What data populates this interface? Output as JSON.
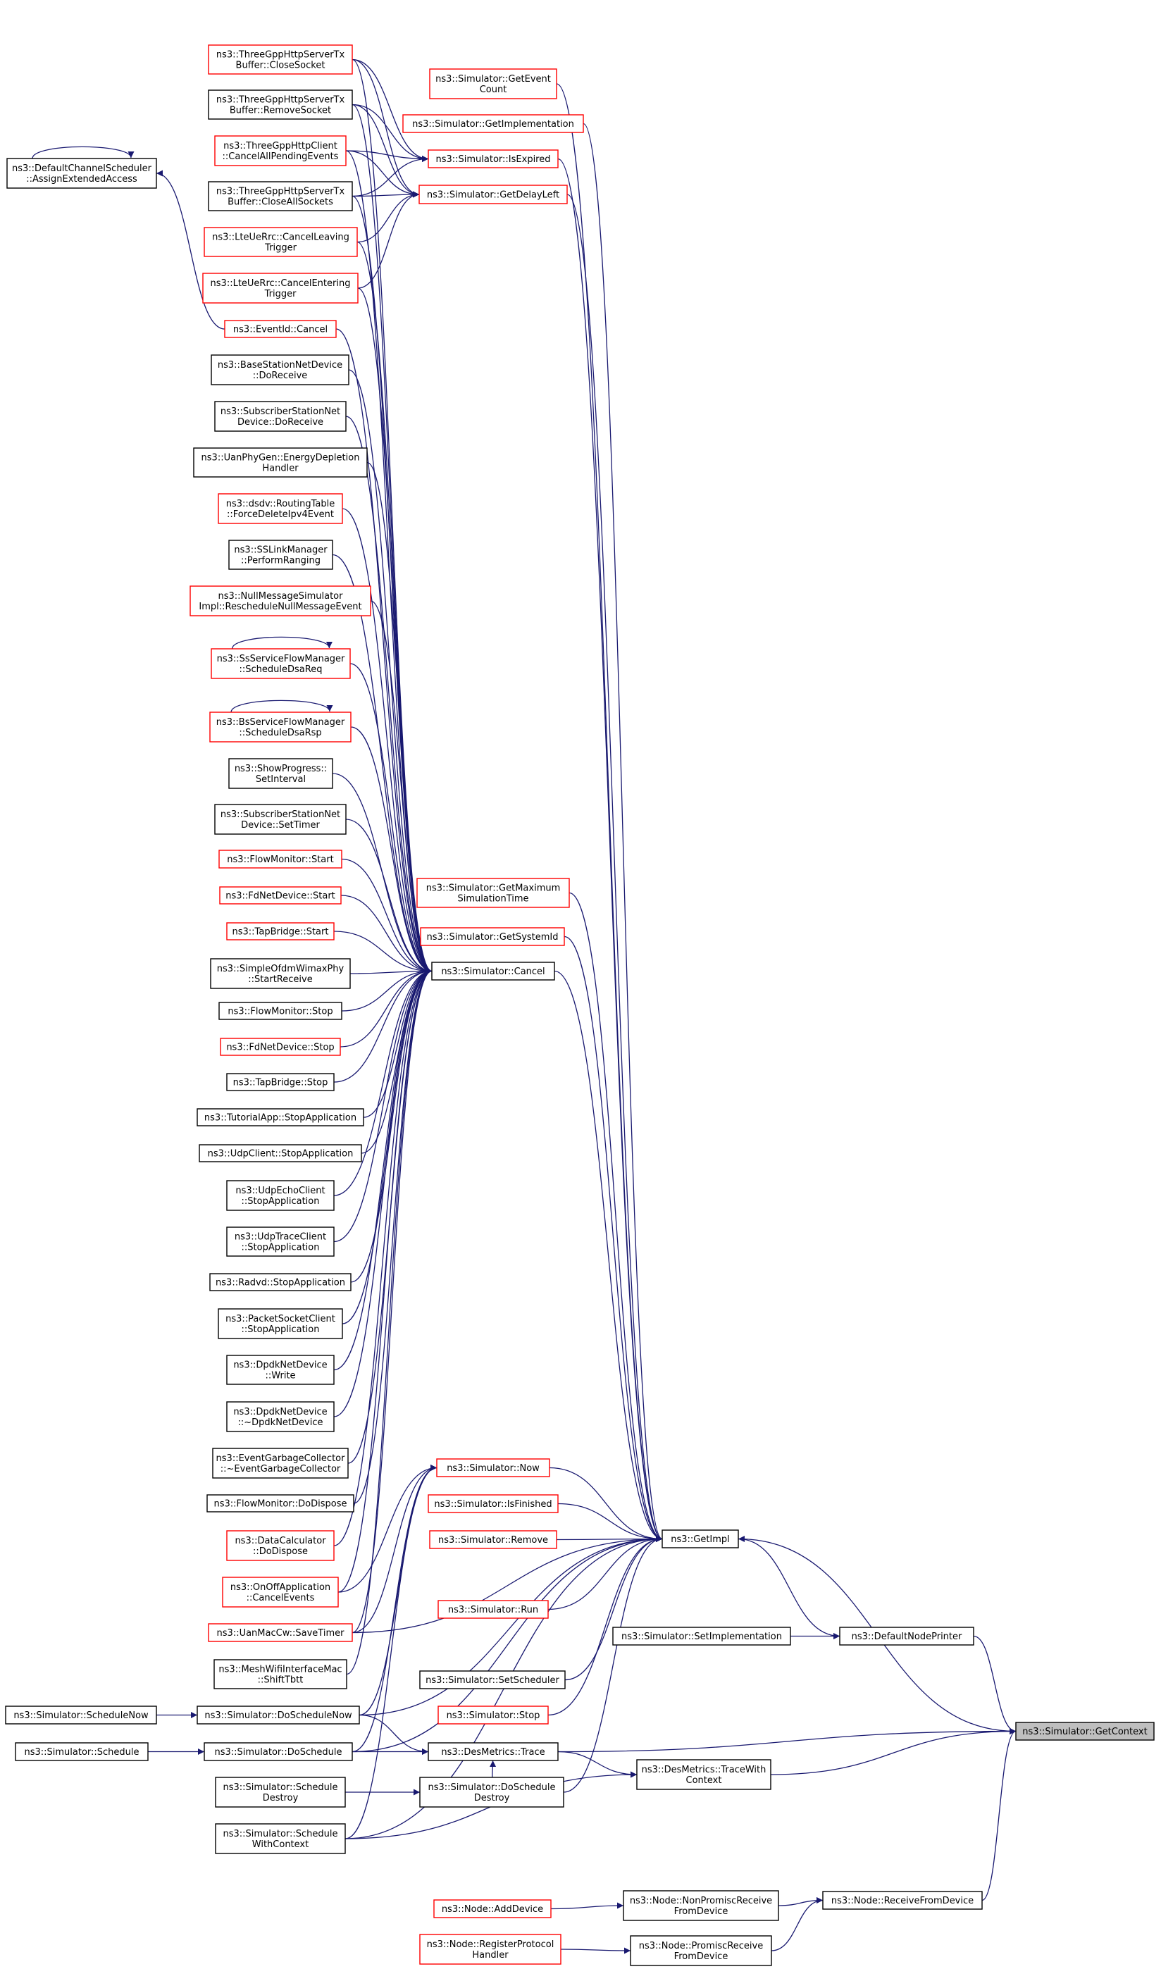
{
  "colors": {
    "edge": "#191970",
    "node_border_black": "#000000",
    "node_border_red": "#ff0000",
    "node_fill": "#ffffff",
    "focus_fill": "#bfbfbf"
  },
  "graph": {
    "focus_node": "get_context",
    "nodes": [
      {
        "id": "default_channel_scheduler",
        "lines": [
          "ns3::DefaultChannelScheduler",
          "::AssignExtendedAccess"
        ],
        "border": "black"
      },
      {
        "id": "close_socket",
        "lines": [
          "ns3::ThreeGppHttpServerTx",
          "Buffer::CloseSocket"
        ],
        "border": "red"
      },
      {
        "id": "remove_socket",
        "lines": [
          "ns3::ThreeGppHttpServerTx",
          "Buffer::RemoveSocket"
        ],
        "border": "black"
      },
      {
        "id": "cancel_all_pending",
        "lines": [
          "ns3::ThreeGppHttpClient",
          "::CancelAllPendingEvents"
        ],
        "border": "red"
      },
      {
        "id": "close_all_sockets",
        "lines": [
          "ns3::ThreeGppHttpServerTx",
          "Buffer::CloseAllSockets"
        ],
        "border": "black"
      },
      {
        "id": "cancel_leaving",
        "lines": [
          "ns3::LteUeRrc::CancelLeaving",
          "Trigger"
        ],
        "border": "red"
      },
      {
        "id": "cancel_entering",
        "lines": [
          "ns3::LteUeRrc::CancelEntering",
          "Trigger"
        ],
        "border": "red"
      },
      {
        "id": "eventid_cancel",
        "lines": [
          "ns3::EventId::Cancel"
        ],
        "border": "red"
      },
      {
        "id": "bs_do_receive",
        "lines": [
          "ns3::BaseStationNetDevice",
          "::DoReceive"
        ],
        "border": "black"
      },
      {
        "id": "ss_do_receive",
        "lines": [
          "ns3::SubscriberStationNet",
          "Device::DoReceive"
        ],
        "border": "black"
      },
      {
        "id": "energy_depletion",
        "lines": [
          "ns3::UanPhyGen::EnergyDepletion",
          "Handler"
        ],
        "border": "black"
      },
      {
        "id": "force_delete",
        "lines": [
          "ns3::dsdv::RoutingTable",
          "::ForceDeleteIpv4Event"
        ],
        "border": "red"
      },
      {
        "id": "perform_ranging",
        "lines": [
          "ns3::SSLinkManager",
          "::PerformRanging"
        ],
        "border": "black"
      },
      {
        "id": "reschedule_null",
        "lines": [
          "ns3::NullMessageSimulator",
          "Impl::RescheduleNullMessageEvent"
        ],
        "border": "red"
      },
      {
        "id": "schedule_dsa_req",
        "lines": [
          "ns3::SsServiceFlowManager",
          "::ScheduleDsaReq"
        ],
        "border": "red"
      },
      {
        "id": "schedule_dsa_rsp",
        "lines": [
          "ns3::BsServiceFlowManager",
          "::ScheduleDsaRsp"
        ],
        "border": "red"
      },
      {
        "id": "show_progress",
        "lines": [
          "ns3::ShowProgress::",
          "SetInterval"
        ],
        "border": "black"
      },
      {
        "id": "ss_set_timer",
        "lines": [
          "ns3::SubscriberStationNet",
          "Device::SetTimer"
        ],
        "border": "black"
      },
      {
        "id": "flowmonitor_start",
        "lines": [
          "ns3::FlowMonitor::Start"
        ],
        "border": "red"
      },
      {
        "id": "fdnet_start",
        "lines": [
          "ns3::FdNetDevice::Start"
        ],
        "border": "red"
      },
      {
        "id": "tapbridge_start",
        "lines": [
          "ns3::TapBridge::Start"
        ],
        "border": "red"
      },
      {
        "id": "start_receive",
        "lines": [
          "ns3::SimpleOfdmWimaxPhy",
          "::StartReceive"
        ],
        "border": "black"
      },
      {
        "id": "flowmonitor_stop",
        "lines": [
          "ns3::FlowMonitor::Stop"
        ],
        "border": "black"
      },
      {
        "id": "fdnet_stop",
        "lines": [
          "ns3::FdNetDevice::Stop"
        ],
        "border": "red"
      },
      {
        "id": "tapbridge_stop",
        "lines": [
          "ns3::TapBridge::Stop"
        ],
        "border": "black"
      },
      {
        "id": "tutorial_stop",
        "lines": [
          "ns3::TutorialApp::StopApplication"
        ],
        "border": "black"
      },
      {
        "id": "udpclient_stop",
        "lines": [
          "ns3::UdpClient::StopApplication"
        ],
        "border": "black"
      },
      {
        "id": "udpecho_stop",
        "lines": [
          "ns3::UdpEchoClient",
          "::StopApplication"
        ],
        "border": "black"
      },
      {
        "id": "udptrace_stop",
        "lines": [
          "ns3::UdpTraceClient",
          "::StopApplication"
        ],
        "border": "black"
      },
      {
        "id": "radvd_stop",
        "lines": [
          "ns3::Radvd::StopApplication"
        ],
        "border": "black"
      },
      {
        "id": "packetsocket_stop",
        "lines": [
          "ns3::PacketSocketClient",
          "::StopApplication"
        ],
        "border": "black"
      },
      {
        "id": "dpdk_write",
        "lines": [
          "ns3::DpdkNetDevice",
          "::Write"
        ],
        "border": "black"
      },
      {
        "id": "dpdk_dtor",
        "lines": [
          "ns3::DpdkNetDevice",
          "::~DpdkNetDevice"
        ],
        "border": "black"
      },
      {
        "id": "egc_dtor",
        "lines": [
          "ns3::EventGarbageCollector",
          "::~EventGarbageCollector"
        ],
        "border": "black"
      },
      {
        "id": "flowmonitor_dispose",
        "lines": [
          "ns3::FlowMonitor::DoDispose"
        ],
        "border": "black"
      },
      {
        "id": "datacalc_dispose",
        "lines": [
          "ns3::DataCalculator",
          "::DoDispose"
        ],
        "border": "red"
      },
      {
        "id": "onoff_cancel",
        "lines": [
          "ns3::OnOffApplication",
          "::CancelEvents"
        ],
        "border": "red"
      },
      {
        "id": "uan_save_timer",
        "lines": [
          "ns3::UanMacCw::SaveTimer"
        ],
        "border": "red"
      },
      {
        "id": "mesh_shift",
        "lines": [
          "ns3::MeshWifiInterfaceMac",
          "::ShiftTbtt"
        ],
        "border": "black"
      },
      {
        "id": "schedule_now",
        "lines": [
          "ns3::Simulator::ScheduleNow"
        ],
        "border": "black"
      },
      {
        "id": "do_schedule_now",
        "lines": [
          "ns3::Simulator::DoScheduleNow"
        ],
        "border": "black"
      },
      {
        "id": "schedule",
        "lines": [
          "ns3::Simulator::Schedule"
        ],
        "border": "black"
      },
      {
        "id": "do_schedule",
        "lines": [
          "ns3::Simulator::DoSchedule"
        ],
        "border": "black"
      },
      {
        "id": "schedule_destroy",
        "lines": [
          "ns3::Simulator::Schedule",
          "Destroy"
        ],
        "border": "black"
      },
      {
        "id": "schedule_with_context",
        "lines": [
          "ns3::Simulator::Schedule",
          "WithContext"
        ],
        "border": "black"
      },
      {
        "id": "get_event_count",
        "lines": [
          "ns3::Simulator::GetEvent",
          "Count"
        ],
        "border": "red"
      },
      {
        "id": "get_implementation",
        "lines": [
          "ns3::Simulator::GetImplementation"
        ],
        "border": "red"
      },
      {
        "id": "is_expired",
        "lines": [
          "ns3::Simulator::IsExpired"
        ],
        "border": "red"
      },
      {
        "id": "get_delay_left",
        "lines": [
          "ns3::Simulator::GetDelayLeft"
        ],
        "border": "red"
      },
      {
        "id": "get_max_sim_time",
        "lines": [
          "ns3::Simulator::GetMaximum",
          "SimulationTime"
        ],
        "border": "red"
      },
      {
        "id": "get_system_id",
        "lines": [
          "ns3::Simulator::GetSystemId"
        ],
        "border": "red"
      },
      {
        "id": "sim_cancel",
        "lines": [
          "ns3::Simulator::Cancel"
        ],
        "border": "black"
      },
      {
        "id": "sim_now",
        "lines": [
          "ns3::Simulator::Now"
        ],
        "border": "red"
      },
      {
        "id": "is_finished",
        "lines": [
          "ns3::Simulator::IsFinished"
        ],
        "border": "red"
      },
      {
        "id": "sim_remove",
        "lines": [
          "ns3::Simulator::Remove"
        ],
        "border": "red"
      },
      {
        "id": "sim_run",
        "lines": [
          "ns3::Simulator::Run"
        ],
        "border": "red"
      },
      {
        "id": "set_scheduler",
        "lines": [
          "ns3::Simulator::SetScheduler"
        ],
        "border": "black"
      },
      {
        "id": "sim_stop",
        "lines": [
          "ns3::Simulator::Stop"
        ],
        "border": "red"
      },
      {
        "id": "desmetrics_trace",
        "lines": [
          "ns3::DesMetrics::Trace"
        ],
        "border": "black"
      },
      {
        "id": "do_schedule_destroy",
        "lines": [
          "ns3::Simulator::DoSchedule",
          "Destroy"
        ],
        "border": "black"
      },
      {
        "id": "get_impl",
        "lines": [
          "ns3::GetImpl"
        ],
        "border": "black"
      },
      {
        "id": "set_implementation",
        "lines": [
          "ns3::Simulator::SetImplementation"
        ],
        "border": "black"
      },
      {
        "id": "default_node_printer",
        "lines": [
          "ns3::DefaultNodePrinter"
        ],
        "border": "black"
      },
      {
        "id": "trace_with_context",
        "lines": [
          "ns3::DesMetrics::TraceWith",
          "Context"
        ],
        "border": "black"
      },
      {
        "id": "get_context",
        "lines": [
          "ns3::Simulator::GetContext"
        ],
        "border": "black"
      },
      {
        "id": "add_device",
        "lines": [
          "ns3::Node::AddDevice"
        ],
        "border": "red"
      },
      {
        "id": "register_protocol_handler",
        "lines": [
          "ns3::Node::RegisterProtocol",
          "Handler"
        ],
        "border": "red"
      },
      {
        "id": "nonpromisc_receive",
        "lines": [
          "ns3::Node::NonPromiscReceive",
          "FromDevice"
        ],
        "border": "black"
      },
      {
        "id": "promisc_receive",
        "lines": [
          "ns3::Node::PromiscReceive",
          "FromDevice"
        ],
        "border": "black"
      },
      {
        "id": "receive_from_device",
        "lines": [
          "ns3::Node::ReceiveFromDevice"
        ],
        "border": "black"
      }
    ],
    "edges": [
      [
        "default_channel_scheduler",
        "default_channel_scheduler"
      ],
      [
        "eventid_cancel",
        "default_channel_scheduler"
      ],
      [
        "schedule_dsa_req",
        "schedule_dsa_req"
      ],
      [
        "schedule_dsa_rsp",
        "schedule_dsa_rsp"
      ],
      [
        "close_socket",
        "is_expired"
      ],
      [
        "remove_socket",
        "is_expired"
      ],
      [
        "cancel_all_pending",
        "is_expired"
      ],
      [
        "close_all_sockets",
        "is_expired"
      ],
      [
        "close_socket",
        "get_delay_left"
      ],
      [
        "remove_socket",
        "get_delay_left"
      ],
      [
        "cancel_all_pending",
        "get_delay_left"
      ],
      [
        "close_all_sockets",
        "get_delay_left"
      ],
      [
        "cancel_leaving",
        "get_delay_left"
      ],
      [
        "cancel_entering",
        "get_delay_left"
      ],
      [
        "close_socket",
        "sim_cancel"
      ],
      [
        "remove_socket",
        "sim_cancel"
      ],
      [
        "cancel_all_pending",
        "sim_cancel"
      ],
      [
        "close_all_sockets",
        "sim_cancel"
      ],
      [
        "cancel_leaving",
        "sim_cancel"
      ],
      [
        "cancel_entering",
        "sim_cancel"
      ],
      [
        "eventid_cancel",
        "sim_cancel"
      ],
      [
        "bs_do_receive",
        "sim_cancel"
      ],
      [
        "ss_do_receive",
        "sim_cancel"
      ],
      [
        "energy_depletion",
        "sim_cancel"
      ],
      [
        "force_delete",
        "sim_cancel"
      ],
      [
        "perform_ranging",
        "sim_cancel"
      ],
      [
        "reschedule_null",
        "sim_cancel"
      ],
      [
        "schedule_dsa_req",
        "sim_cancel"
      ],
      [
        "schedule_dsa_rsp",
        "sim_cancel"
      ],
      [
        "show_progress",
        "sim_cancel"
      ],
      [
        "ss_set_timer",
        "sim_cancel"
      ],
      [
        "flowmonitor_start",
        "sim_cancel"
      ],
      [
        "fdnet_start",
        "sim_cancel"
      ],
      [
        "tapbridge_start",
        "sim_cancel"
      ],
      [
        "start_receive",
        "sim_cancel"
      ],
      [
        "flowmonitor_stop",
        "sim_cancel"
      ],
      [
        "fdnet_stop",
        "sim_cancel"
      ],
      [
        "tapbridge_stop",
        "sim_cancel"
      ],
      [
        "tutorial_stop",
        "sim_cancel"
      ],
      [
        "udpclient_stop",
        "sim_cancel"
      ],
      [
        "udpecho_stop",
        "sim_cancel"
      ],
      [
        "udptrace_stop",
        "sim_cancel"
      ],
      [
        "radvd_stop",
        "sim_cancel"
      ],
      [
        "packetsocket_stop",
        "sim_cancel"
      ],
      [
        "dpdk_write",
        "sim_cancel"
      ],
      [
        "dpdk_dtor",
        "sim_cancel"
      ],
      [
        "egc_dtor",
        "sim_cancel"
      ],
      [
        "flowmonitor_dispose",
        "sim_cancel"
      ],
      [
        "datacalc_dispose",
        "sim_cancel"
      ],
      [
        "onoff_cancel",
        "sim_cancel"
      ],
      [
        "uan_save_timer",
        "sim_cancel"
      ],
      [
        "mesh_shift",
        "sim_cancel"
      ],
      [
        "onoff_cancel",
        "sim_now"
      ],
      [
        "uan_save_timer",
        "sim_now"
      ],
      [
        "do_schedule_now",
        "sim_now"
      ],
      [
        "do_schedule",
        "sim_now"
      ],
      [
        "schedule_with_context",
        "sim_now"
      ],
      [
        "schedule_now",
        "do_schedule_now"
      ],
      [
        "schedule",
        "do_schedule"
      ],
      [
        "schedule_destroy",
        "do_schedule_destroy"
      ],
      [
        "do_schedule",
        "desmetrics_trace"
      ],
      [
        "do_schedule_now",
        "desmetrics_trace"
      ],
      [
        "do_schedule_destroy",
        "desmetrics_trace"
      ],
      [
        "schedule_with_context",
        "trace_with_context"
      ],
      [
        "desmetrics_trace",
        "trace_with_context"
      ],
      [
        "get_event_count",
        "get_impl"
      ],
      [
        "get_implementation",
        "get_impl"
      ],
      [
        "is_expired",
        "get_impl"
      ],
      [
        "get_delay_left",
        "get_impl"
      ],
      [
        "get_max_sim_time",
        "get_impl"
      ],
      [
        "get_system_id",
        "get_impl"
      ],
      [
        "sim_cancel",
        "get_impl"
      ],
      [
        "sim_now",
        "get_impl"
      ],
      [
        "is_finished",
        "get_impl"
      ],
      [
        "sim_remove",
        "get_impl"
      ],
      [
        "sim_run",
        "get_impl"
      ],
      [
        "set_scheduler",
        "get_impl"
      ],
      [
        "sim_stop",
        "get_impl"
      ],
      [
        "do_schedule_now",
        "get_impl"
      ],
      [
        "do_schedule",
        "get_impl"
      ],
      [
        "do_schedule_destroy",
        "get_impl"
      ],
      [
        "schedule_with_context",
        "get_impl"
      ],
      [
        "uan_save_timer",
        "get_impl"
      ],
      [
        "get_impl",
        "default_node_printer"
      ],
      [
        "set_implementation",
        "default_node_printer"
      ],
      [
        "get_context",
        "get_impl"
      ],
      [
        "default_node_printer",
        "get_context"
      ],
      [
        "desmetrics_trace",
        "get_context"
      ],
      [
        "trace_with_context",
        "get_context"
      ],
      [
        "receive_from_device",
        "get_context"
      ],
      [
        "add_device",
        "nonpromisc_receive"
      ],
      [
        "register_protocol_handler",
        "promisc_receive"
      ],
      [
        "nonpromisc_receive",
        "receive_from_device"
      ],
      [
        "promisc_receive",
        "receive_from_device"
      ]
    ]
  }
}
